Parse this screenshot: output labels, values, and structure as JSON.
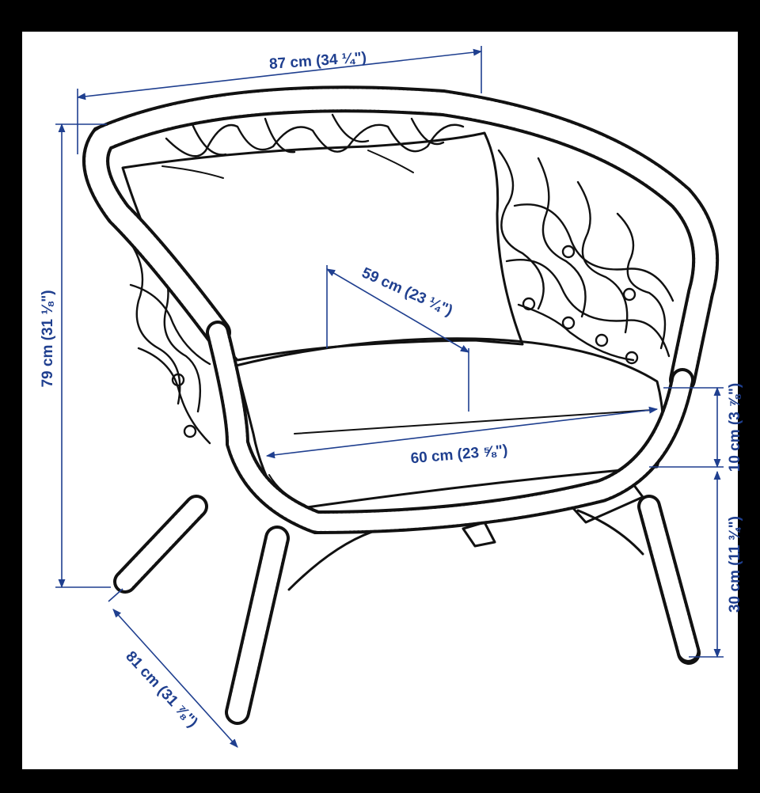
{
  "diagram": {
    "colors": {
      "dimension": "#1f3f8f",
      "ink": "#111111",
      "paper": "#ffffff",
      "frame": "#000000"
    },
    "dimensions": {
      "total_width": "87 cm (34 ¼\")",
      "total_height": "79 cm (31 ⅛\")",
      "total_depth": "81 cm (31 ⅞\")",
      "seat_depth": "59 cm (23 ¼\")",
      "seat_width": "60 cm (23 ⅝\")",
      "cushion_thickness": "10 cm (3 ⅞\")",
      "seat_height": "30 cm (11 ¾\")"
    }
  }
}
